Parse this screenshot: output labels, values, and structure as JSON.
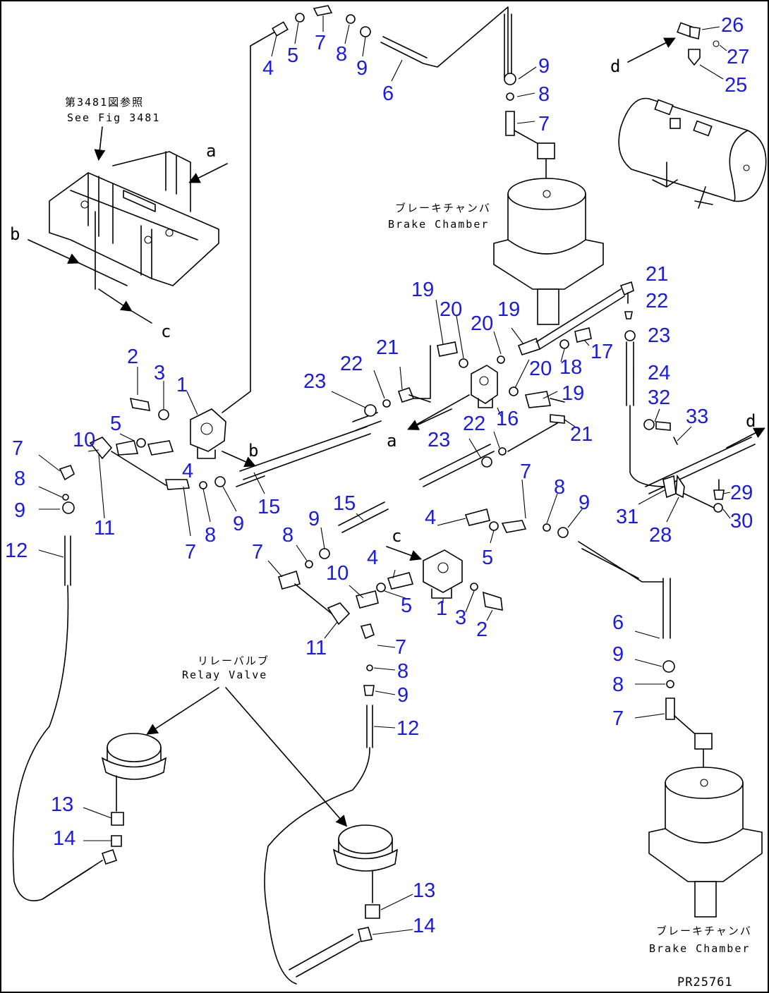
{
  "diagram": {
    "drawing_code": "PR25761",
    "annotations": {
      "see_fig_jp": "第3481図参照",
      "see_fig_en": "See Fig 3481",
      "brake_chamber_jp": "ブレーキチャンバ",
      "brake_chamber_en": "Brake Chamber",
      "brake_chamber_en_2": "Brake Chamber",
      "relay_valve_jp": "リレーバルブ",
      "relay_valve_en": "Relay Valve"
    },
    "view_letters": {
      "a_top": "a",
      "a_mid": "a",
      "b_left": "b",
      "b_mid": "b",
      "c_top": "c",
      "c_mid": "c",
      "d_top": "d",
      "d_right": "d"
    },
    "callouts": {
      "c1": "4",
      "c2": "5",
      "c3": "7",
      "c4": "8",
      "c5": "9",
      "c6": "6",
      "c7": "9",
      "c8": "8",
      "c9": "7",
      "c10": "26",
      "c11": "27",
      "c12": "25",
      "c13": "2",
      "c14": "3",
      "c15": "1",
      "c16": "5",
      "c17": "4",
      "c18": "10",
      "c19": "7",
      "c20": "8",
      "c21": "9",
      "c22": "12",
      "c23": "11",
      "c24": "7",
      "c25": "8",
      "c26": "9",
      "c27": "15",
      "c28": "23",
      "c29": "22",
      "c30": "21",
      "c31": "19",
      "c32": "20",
      "c33": "20",
      "c34": "19",
      "c35": "21",
      "c36": "22",
      "c37": "23",
      "c38": "17",
      "c39": "18",
      "c40": "24",
      "c41": "20",
      "c42": "19",
      "c43": "16",
      "c44": "22",
      "c45": "21",
      "c46": "23",
      "c47": "32",
      "c48": "33",
      "c49": "29",
      "c50": "30",
      "c51": "31",
      "c52": "28",
      "c53": "15",
      "c54": "9",
      "c55": "8",
      "c56": "7",
      "c57": "4",
      "c58": "5",
      "c59": "4",
      "c60": "10",
      "c61": "5",
      "c62": "1",
      "c63": "3",
      "c64": "2",
      "c65": "7",
      "c66": "8",
      "c67": "9",
      "c68": "11",
      "c69": "7",
      "c70": "8",
      "c71": "9",
      "c72": "12",
      "c73": "6",
      "c74": "9",
      "c75": "8",
      "c76": "7",
      "c77": "13",
      "c78": "14",
      "c79": "13",
      "c80": "14"
    }
  }
}
